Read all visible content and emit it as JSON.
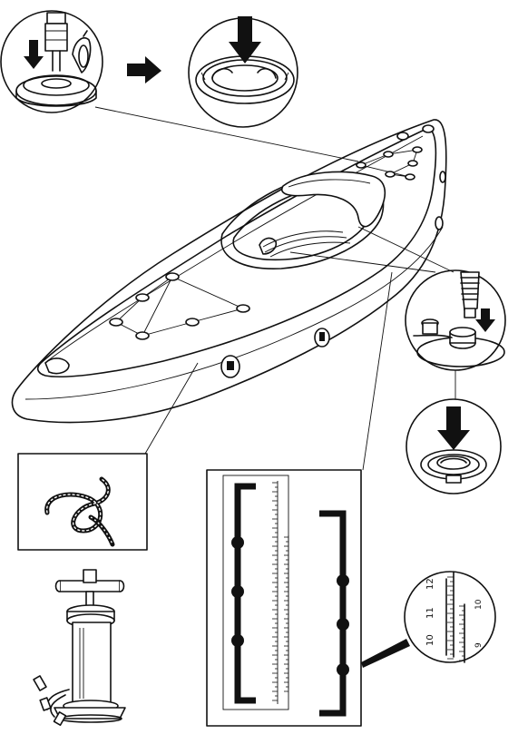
{
  "colors": {
    "ink": "#111111",
    "paper": "#ffffff"
  },
  "icons": {
    "arrow_down": "arrow-down-icon",
    "arrow_right": "arrow-right-icon"
  },
  "ruler_zoom": {
    "left_scale": [
      "12",
      "11",
      "10"
    ],
    "right_scale": [
      "10",
      "9"
    ]
  }
}
